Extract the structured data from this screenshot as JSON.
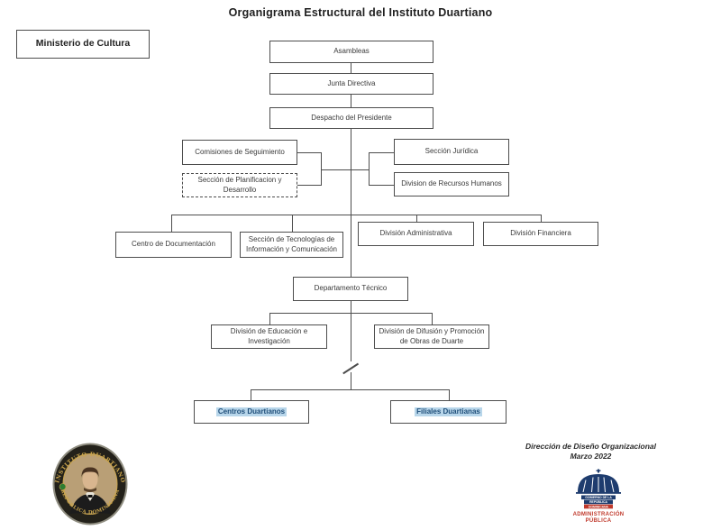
{
  "title": "Organigrama Estructural del Instituto Duartiano",
  "ministry": {
    "label": "Ministerio de Cultura"
  },
  "nodes": {
    "asambleas": "Asambleas",
    "junta": "Junta Directiva",
    "despacho": "Despacho del Presidente",
    "comisiones": "Comisiones de Seguimiento",
    "planificacion": "Sección de Planificacion y Desarrollo",
    "juridica": "Sección Jurídica",
    "recursos": "Division de Recursos Humanos",
    "centro_doc": "Centro de Documentación",
    "tecnologias": "Sección de Tecnologías de Información y Comunicación",
    "administrativa": "División Administrativa",
    "financiera": "División Financiera",
    "tecnico": "Departamento Técnico",
    "educacion": "División de Educación e Investigación",
    "difusion": "División de Difusión y Promoción de Obras de Duarte",
    "centros": "Centros Duartianos",
    "filiales": "Filiales Duartianas"
  },
  "footer": {
    "credit_line1": "Dirección de Diseño Organizacional",
    "credit_line2": "Marzo 2022"
  },
  "seal": {
    "top_text": "INSTITUTO DUARTIANO",
    "bottom_text": "REPÚBLICA DOMINICANA"
  },
  "gov_logo": {
    "line1": "GOBIERNO DE LA",
    "line2": "REPÚBLICA",
    "line3": "DOMINICANA",
    "line4": "ADMINISTRACIÓN",
    "line5": "PÚBLICA"
  },
  "colors": {
    "line": "#4d4d4d",
    "highlight_bg": "#b8d6ea",
    "highlight_text": "#1f4e79",
    "seal_gold": "#c9a44c",
    "gov_navy": "#1e3c6e",
    "gov_red": "#c0392b"
  }
}
